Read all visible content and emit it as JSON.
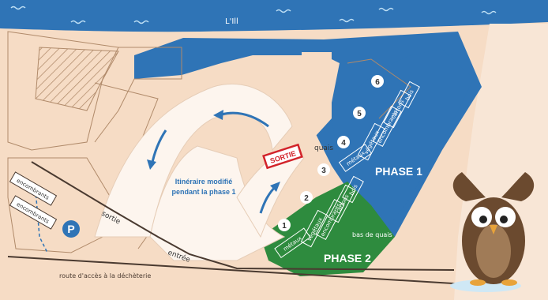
{
  "map": {
    "river_name": "L'Ill",
    "phase1_label": "PHASE 1",
    "phase2_label": "PHASE 2",
    "exit_sign": "SORTIE",
    "itinerary_note_line1": "Itinéraire modifié",
    "itinerary_note_line2": "pendant la phase 1",
    "quais_label": "quais",
    "bas_de_quais_label": "bas de quais",
    "sortie_road_label": "sortie",
    "entree_label": "entrée",
    "access_road_label": "route d'accès à la déchèterie",
    "parking_symbol": "P",
    "bay_numbers": [
      "1",
      "2",
      "3",
      "4",
      "5",
      "6"
    ],
    "phase1_containers": [
      "métaux",
      "végétaux",
      "encombrants",
      "cartons",
      "bois"
    ],
    "phase2_containers": [
      "métaux",
      "végétaux",
      "encombrants",
      "cartons",
      "bois"
    ],
    "side_bins": [
      "encombrants",
      "encombrants"
    ],
    "colors": {
      "land": "#f6dcc5",
      "river": "#2f74b6",
      "phase1": "#2f74b6",
      "phase2": "#2e8b3e",
      "path": "#fdf5ee",
      "road_line": "#4a3a30",
      "sign_red": "#d2232a",
      "mascot": "#6b4a2f"
    },
    "mascot_icon": "owl-mascot-icon"
  }
}
